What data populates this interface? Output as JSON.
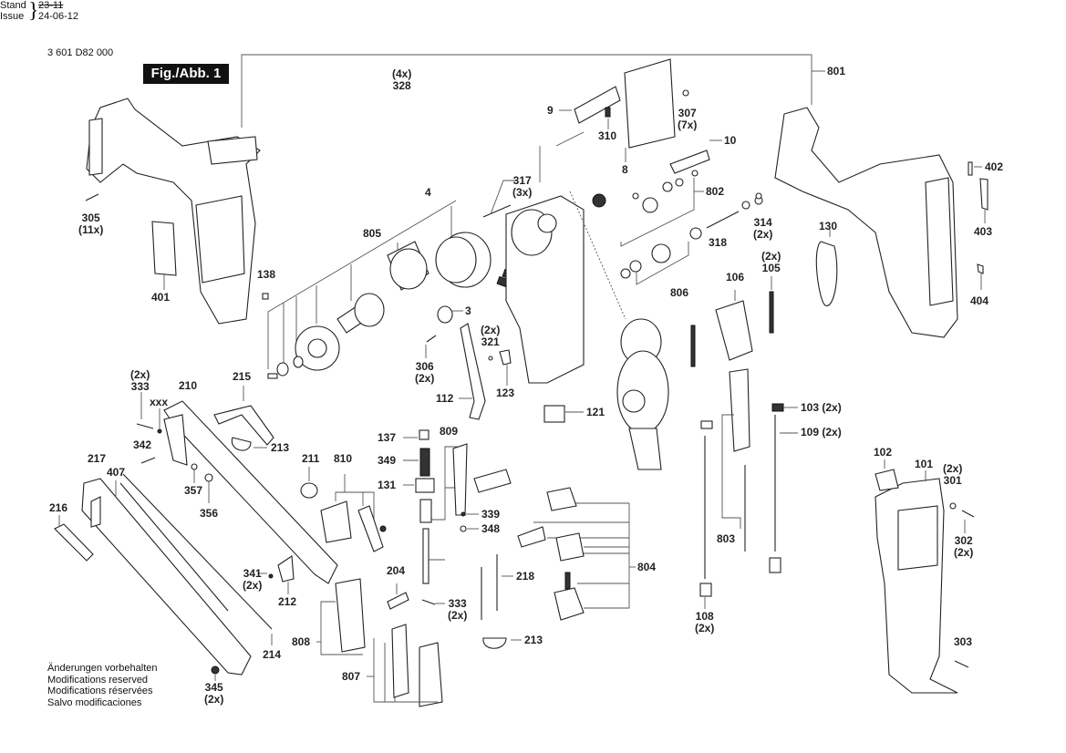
{
  "header": {
    "doc_number": "3 601 D82 000",
    "stand_label": "Stand",
    "issue_label": "Issue",
    "issue_old": "23-11",
    "issue_date": "24-06-12",
    "figure_label": "Fig./Abb. 1"
  },
  "footer": {
    "notes": [
      "Änderungen vorbehalten",
      "Modifications reserved",
      "Modifications réservées",
      "Salvo modificaciones"
    ]
  },
  "callouts": [
    {
      "id": "801",
      "num": "801",
      "qty": ""
    },
    {
      "id": "328",
      "num": "328",
      "qty": "(4x)"
    },
    {
      "id": "4",
      "num": "4",
      "qty": ""
    },
    {
      "id": "9",
      "num": "9",
      "qty": ""
    },
    {
      "id": "310",
      "num": "310",
      "qty": ""
    },
    {
      "id": "8",
      "num": "8",
      "qty": ""
    },
    {
      "id": "307",
      "num": "307",
      "qty": "(7x)"
    },
    {
      "id": "10",
      "num": "10",
      "qty": ""
    },
    {
      "id": "802",
      "num": "802",
      "qty": ""
    },
    {
      "id": "317",
      "num": "317",
      "qty": "(3x)"
    },
    {
      "id": "314",
      "num": "314",
      "qty": "(2x)"
    },
    {
      "id": "318",
      "num": "318",
      "qty": ""
    },
    {
      "id": "305",
      "num": "305",
      "qty": "(11x)"
    },
    {
      "id": "401",
      "num": "401",
      "qty": ""
    },
    {
      "id": "805",
      "num": "805",
      "qty": ""
    },
    {
      "id": "138",
      "num": "138",
      "qty": ""
    },
    {
      "id": "3",
      "num": "3",
      "qty": ""
    },
    {
      "id": "321",
      "num": "321",
      "qty": "(2x)"
    },
    {
      "id": "306",
      "num": "306",
      "qty": "(2x)"
    },
    {
      "id": "112",
      "num": "112",
      "qty": ""
    },
    {
      "id": "123",
      "num": "123",
      "qty": ""
    },
    {
      "id": "121",
      "num": "121",
      "qty": ""
    },
    {
      "id": "806",
      "num": "806",
      "qty": ""
    },
    {
      "id": "130",
      "num": "130",
      "qty": ""
    },
    {
      "id": "105",
      "num": "105",
      "qty": "(2x)"
    },
    {
      "id": "106",
      "num": "106",
      "qty": ""
    },
    {
      "id": "402",
      "num": "402",
      "qty": ""
    },
    {
      "id": "403",
      "num": "403",
      "qty": ""
    },
    {
      "id": "404",
      "num": "404",
      "qty": ""
    },
    {
      "id": "103",
      "num": "103",
      "qty": "(2x)"
    },
    {
      "id": "109",
      "num": "109",
      "qty": "(2x)"
    },
    {
      "id": "333a",
      "num": "333",
      "qty": "(2x)"
    },
    {
      "id": "xxx",
      "num": "xxx",
      "qty": ""
    },
    {
      "id": "210",
      "num": "210",
      "qty": ""
    },
    {
      "id": "215",
      "num": "215",
      "qty": ""
    },
    {
      "id": "213a",
      "num": "213",
      "qty": ""
    },
    {
      "id": "342",
      "num": "342",
      "qty": ""
    },
    {
      "id": "211",
      "num": "211",
      "qty": ""
    },
    {
      "id": "810",
      "num": "810",
      "qty": ""
    },
    {
      "id": "357",
      "num": "357",
      "qty": ""
    },
    {
      "id": "356",
      "num": "356",
      "qty": ""
    },
    {
      "id": "217",
      "num": "217",
      "qty": ""
    },
    {
      "id": "407",
      "num": "407",
      "qty": ""
    },
    {
      "id": "216",
      "num": "216",
      "qty": ""
    },
    {
      "id": "341",
      "num": "341",
      "qty": "(2x)"
    },
    {
      "id": "212",
      "num": "212",
      "qty": ""
    },
    {
      "id": "214",
      "num": "214",
      "qty": ""
    },
    {
      "id": "345",
      "num": "345",
      "qty": "(2x)"
    },
    {
      "id": "137",
      "num": "137",
      "qty": ""
    },
    {
      "id": "349",
      "num": "349",
      "qty": ""
    },
    {
      "id": "131",
      "num": "131",
      "qty": ""
    },
    {
      "id": "809",
      "num": "809",
      "qty": ""
    },
    {
      "id": "339",
      "num": "339",
      "qty": ""
    },
    {
      "id": "348",
      "num": "348",
      "qty": ""
    },
    {
      "id": "204",
      "num": "204",
      "qty": ""
    },
    {
      "id": "333b",
      "num": "333",
      "qty": "(2x)"
    },
    {
      "id": "218",
      "num": "218",
      "qty": ""
    },
    {
      "id": "213b",
      "num": "213",
      "qty": ""
    },
    {
      "id": "808",
      "num": "808",
      "qty": ""
    },
    {
      "id": "807",
      "num": "807",
      "qty": ""
    },
    {
      "id": "804",
      "num": "804",
      "qty": ""
    },
    {
      "id": "803",
      "num": "803",
      "qty": ""
    },
    {
      "id": "108",
      "num": "108",
      "qty": "(2x)"
    },
    {
      "id": "102",
      "num": "102",
      "qty": ""
    },
    {
      "id": "101",
      "num": "101",
      "qty": ""
    },
    {
      "id": "301",
      "num": "301",
      "qty": "(2x)"
    },
    {
      "id": "302",
      "num": "302",
      "qty": "(2x)"
    },
    {
      "id": "303",
      "num": "303",
      "qty": ""
    }
  ]
}
